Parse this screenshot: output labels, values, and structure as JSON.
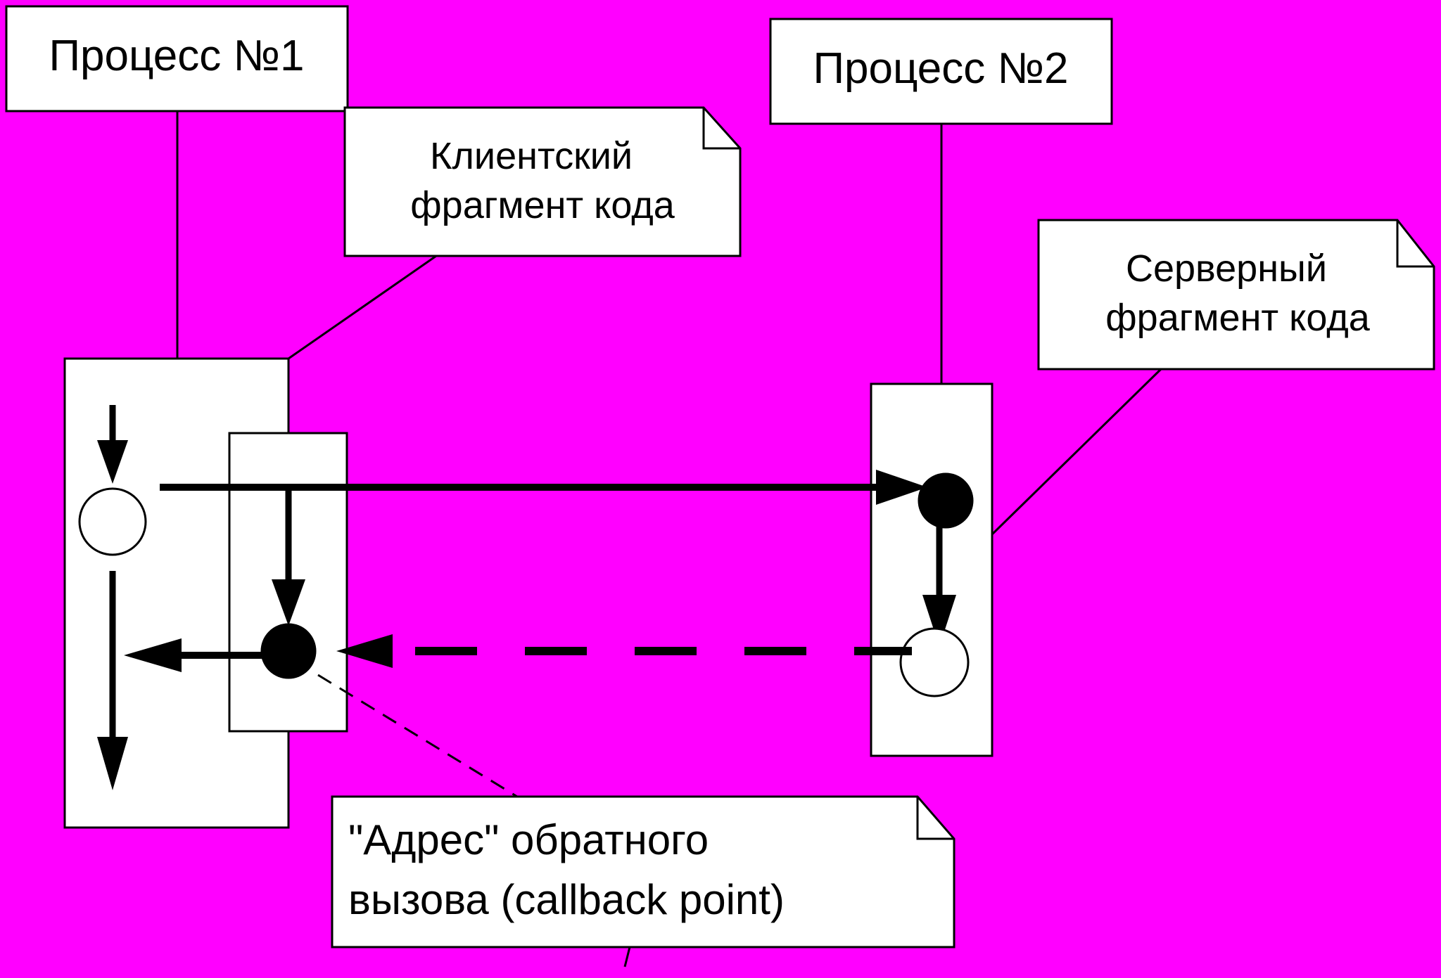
{
  "colors": {
    "background": "#FF00FF",
    "box_fill": "#FFFFFF",
    "stroke": "#000000"
  },
  "process1": {
    "title": "Процесс №1"
  },
  "process2": {
    "title": "Процесс №2"
  },
  "notes": {
    "client": {
      "line1": "Клиентский",
      "line2": "фрагмент кода"
    },
    "server": {
      "line1": "Серверный",
      "line2": "фрагмент кода"
    },
    "callback": {
      "line1": "\"Адрес\" обратного",
      "line2": "вызова (callback point)"
    }
  }
}
